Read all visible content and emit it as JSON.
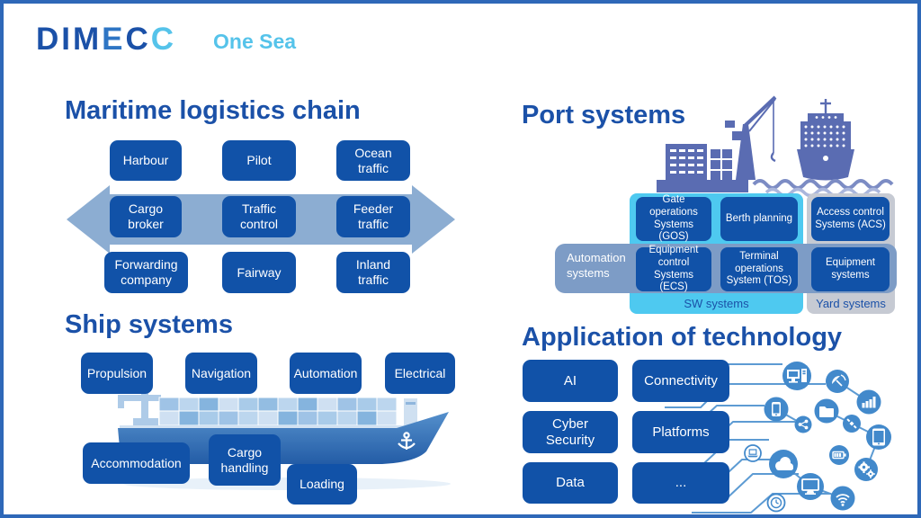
{
  "brand": {
    "logo_part1": "DIM",
    "logo_part2": "E",
    "logo_part3": "C",
    "logo_part4": "C",
    "tagline": "One Sea"
  },
  "maritime": {
    "title": "Maritime logistics chain",
    "row1": [
      "Harbour",
      "Pilot",
      "Ocean traffic"
    ],
    "row2": [
      "Cargo broker",
      "Traffic control",
      "Feeder traffic"
    ],
    "row3": [
      "Forwarding company",
      "Fairway",
      "Inland traffic"
    ]
  },
  "ship": {
    "title": "Ship systems",
    "top_boxes": [
      "Propulsion",
      "Navigation",
      "Automation",
      "Electrical"
    ],
    "bottom_boxes": [
      "Accommodation",
      "Cargo handling",
      "Loading"
    ]
  },
  "port": {
    "title": "Port systems",
    "automation_band": "Automation systems",
    "sw_group_label": "SW systems",
    "yard_group_label": "Yard systems",
    "boxes": {
      "gos": "Gate operations Systems (GOS)",
      "berth": "Berth planning",
      "acs": "Access control Systems (ACS)",
      "ecs": "Equipment control Systems (ECS)",
      "tos": "Terminal operations System (TOS)",
      "equipment": "Equipment systems"
    }
  },
  "tech": {
    "title": "Application of technology",
    "boxes": [
      "AI",
      "Connectivity",
      "Cyber Security",
      "Platforms",
      "Data",
      "..."
    ],
    "icons": [
      "desktop-computer-icon",
      "satellite-dish-icon",
      "bar-chart-icon",
      "smartphone-icon",
      "folder-icon",
      "share-icon",
      "satellite-icon",
      "tablet-icon",
      "laptop-icon",
      "cloud-icon",
      "battery-icon",
      "gears-icon",
      "monitor-icon",
      "wifi-icon",
      "clock-icon"
    ]
  },
  "colors": {
    "box_blue": "#1152a8",
    "title_blue": "#1b51a8",
    "arrow_steel": "#8cadd2",
    "band_steel": "#7d9cc6",
    "cyan_panel": "#4ec9f0",
    "gray_panel": "#c6cad3",
    "port_slate": "#5a6cb2",
    "tech_blue": "#4289cb",
    "light_blue": "#55c3ea",
    "border_blue": "#2e68b8"
  }
}
